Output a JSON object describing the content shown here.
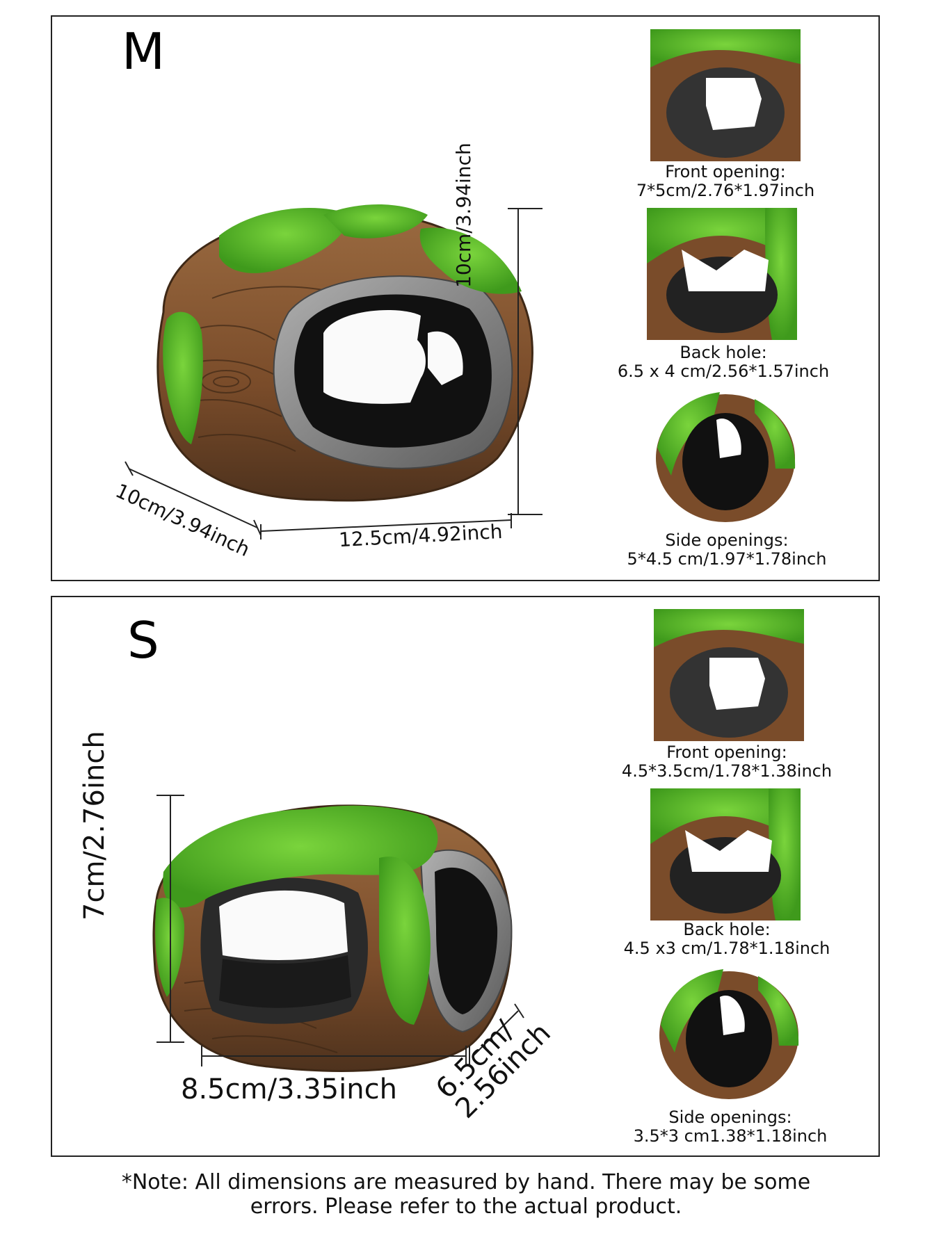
{
  "panels": {
    "m": {
      "size_label": "M",
      "dims": {
        "depth": "10cm/3.94inch",
        "width": "12.5cm/4.92inch",
        "height": "10cm/3.94inch"
      },
      "thumbs": [
        {
          "title": "Front opening:",
          "value": "7*5cm/2.76*1.97inch"
        },
        {
          "title": "Back hole:",
          "value": "6.5 x 4 cm/2.56*1.57inch"
        },
        {
          "title": "Side openings:",
          "value": "5*4.5 cm/1.97*1.78inch"
        }
      ]
    },
    "s": {
      "size_label": "S",
      "dims": {
        "height": "7cm/2.76inch",
        "width": "8.5cm/3.35inch",
        "depth_line1": "6.5cm/",
        "depth_line2": "2.56inch"
      },
      "thumbs": [
        {
          "title": "Front opening:",
          "value": "4.5*3.5cm/1.78*1.38inch"
        },
        {
          "title": "Back hole:",
          "value": "4.5 x3 cm/1.78*1.18inch"
        },
        {
          "title": "Side openings:",
          "value": "3.5*3 cm1.38*1.18inch"
        }
      ]
    }
  },
  "note": {
    "line1": "*Note: All dimensions are measured by hand. There may be some",
    "line2": "errors. Please refer to the actual product."
  },
  "colors": {
    "wood": "#8a5a34",
    "wood_dark": "#5b3a22",
    "moss": "#5fbf2a",
    "moss_dark": "#3f9a1c",
    "hole": "#111111",
    "rim": "#8f8f8f"
  }
}
